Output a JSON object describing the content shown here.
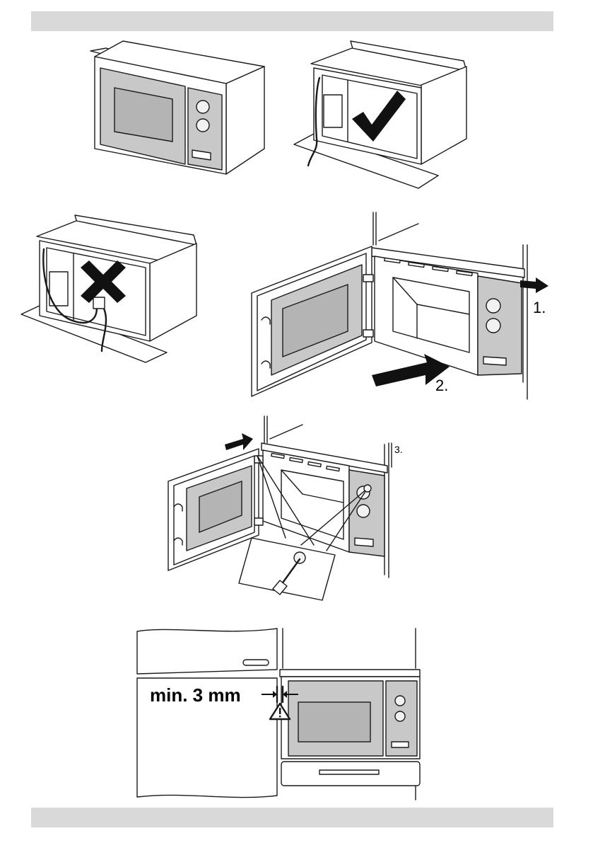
{
  "header_bar": {
    "color": "#d9d9d9"
  },
  "footer_bar": {
    "color": "#d9d9d9"
  },
  "figures": {
    "fig1": {
      "subject": "microwave-oven-front"
    },
    "fig2": {
      "subject": "microwave-rear-correct-cable",
      "mark": "check-icon"
    },
    "fig3": {
      "subject": "microwave-rear-wrong-cable",
      "mark": "cross-icon"
    },
    "fig4": {
      "step1": "1.",
      "step2": "2."
    },
    "fig5": {
      "step3": "3."
    },
    "fig6": {
      "gap_label": "min. 3 mm",
      "mark": "warning-triangle-icon"
    }
  },
  "colors": {
    "panel_gray": "#c8c8c8",
    "window_gray": "#b4b4b4",
    "line": "#1a1a1a"
  }
}
